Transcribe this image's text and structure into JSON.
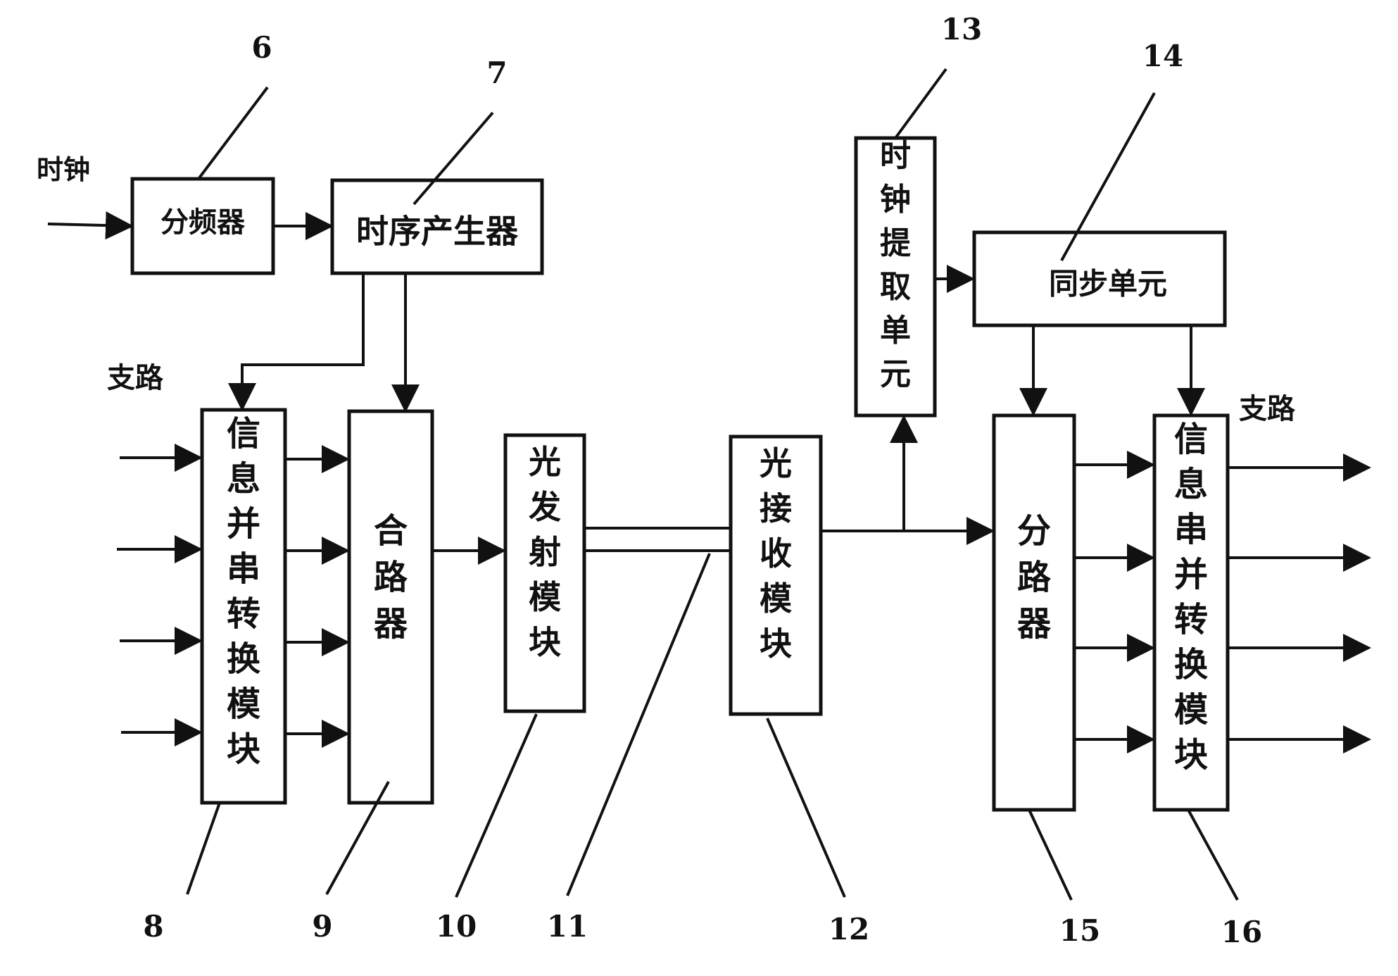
{
  "labels": {
    "clock_in": "时钟",
    "tributary_left": "支路",
    "tributary_right": "支路"
  },
  "blocks": {
    "divider": "分频器",
    "timing_gen": "时序产生器",
    "par_ser": "信息并串转换模块",
    "combiner": "合路器",
    "optical_tx": "光发射模块",
    "optical_rx": "光接收模块",
    "clock_extract": "时钟提取单元",
    "sync": "同步单元",
    "splitter": "分路器",
    "ser_par": "信息串并转换模块"
  },
  "refs": {
    "n6": "6",
    "n7": "7",
    "n8": "8",
    "n9": "9",
    "n10": "10",
    "n11": "11",
    "n12": "12",
    "n13": "13",
    "n14": "14",
    "n15": "15",
    "n16": "16"
  }
}
